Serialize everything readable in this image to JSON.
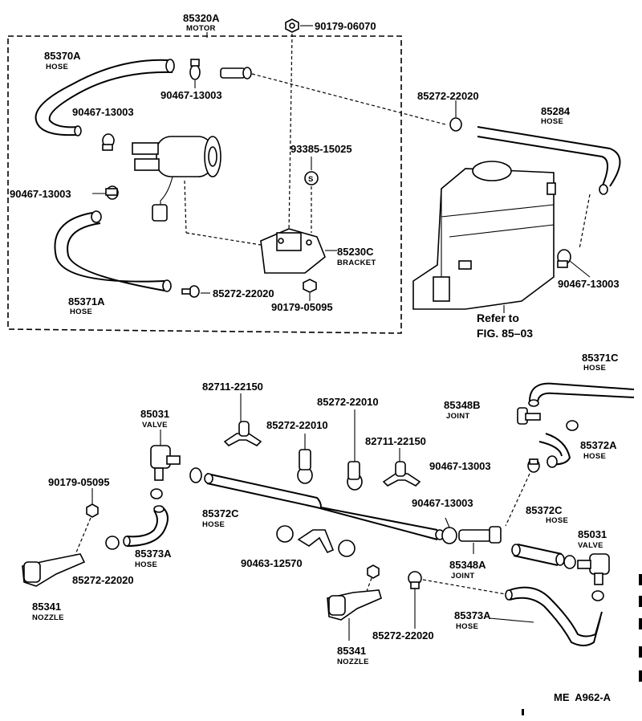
{
  "diagram": {
    "code": "ME  A962-A",
    "refer": {
      "line1": "Refer to",
      "line2": "FIG. 85–03"
    },
    "labels": [
      {
        "id": "l01",
        "part": "85320A",
        "sub": "MOTOR"
      },
      {
        "id": "l02",
        "part": "90179-06070",
        "sub": ""
      },
      {
        "id": "l03",
        "part": "85370A",
        "sub": "HOSE"
      },
      {
        "id": "l04",
        "part": "90467-13003",
        "sub": ""
      },
      {
        "id": "l05",
        "part": "90467-13003",
        "sub": ""
      },
      {
        "id": "l06",
        "part": "85272-22020",
        "sub": ""
      },
      {
        "id": "l07",
        "part": "85284",
        "sub": "HOSE"
      },
      {
        "id": "l08",
        "part": "93385-15025",
        "sub": ""
      },
      {
        "id": "l09",
        "part": "90467-13003",
        "sub": ""
      },
      {
        "id": "l10",
        "part": "85230C",
        "sub": "BRACKET"
      },
      {
        "id": "l11",
        "part": "85371A",
        "sub": "HOSE"
      },
      {
        "id": "l12",
        "part": "85272-22020",
        "sub": ""
      },
      {
        "id": "l13",
        "part": "90179-05095",
        "sub": ""
      },
      {
        "id": "l14",
        "part": "90467-13003",
        "sub": ""
      },
      {
        "id": "l15",
        "part": "85371C",
        "sub": "HOSE"
      },
      {
        "id": "l16",
        "part": "82711-22150",
        "sub": ""
      },
      {
        "id": "l17",
        "part": "85272-22010",
        "sub": ""
      },
      {
        "id": "l18",
        "part": "85348B",
        "sub": "JOINT"
      },
      {
        "id": "l19",
        "part": "85031",
        "sub": "VALVE"
      },
      {
        "id": "l20",
        "part": "85272-22010",
        "sub": ""
      },
      {
        "id": "l21",
        "part": "82711-22150",
        "sub": ""
      },
      {
        "id": "l22",
        "part": "85372A",
        "sub": "HOSE"
      },
      {
        "id": "l23",
        "part": "90467-13003",
        "sub": ""
      },
      {
        "id": "l24",
        "part": "90179-05095",
        "sub": ""
      },
      {
        "id": "l25",
        "part": "85372C",
        "sub": "HOSE"
      },
      {
        "id": "l26",
        "part": "90467-13003",
        "sub": ""
      },
      {
        "id": "l27",
        "part": "85372C",
        "sub": "HOSE"
      },
      {
        "id": "l28",
        "part": "85373A",
        "sub": "HOSE"
      },
      {
        "id": "l29",
        "part": "85348A",
        "sub": "JOINT"
      },
      {
        "id": "l30",
        "part": "85031",
        "sub": "VALVE"
      },
      {
        "id": "l31",
        "part": "85272-22020",
        "sub": ""
      },
      {
        "id": "l32",
        "part": "90463-12570",
        "sub": ""
      },
      {
        "id": "l33",
        "part": "85341",
        "sub": "NOZZLE"
      },
      {
        "id": "l34",
        "part": "85373A",
        "sub": "HOSE"
      },
      {
        "id": "l35",
        "part": "85272-22020",
        "sub": ""
      },
      {
        "id": "l36",
        "part": "85341",
        "sub": "NOZZLE"
      }
    ]
  }
}
